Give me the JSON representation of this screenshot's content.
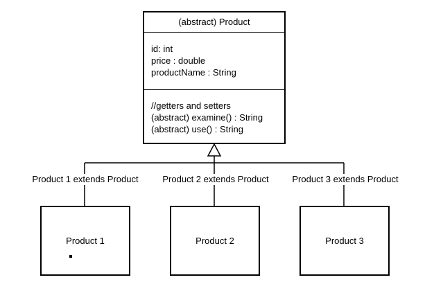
{
  "class": {
    "title": "(abstract) Product",
    "attributes": [
      "id: int",
      "price : double",
      "productName : String"
    ],
    "methods": [
      "//getters and setters",
      "(abstract) examine() : String",
      "(abstract) use() : String"
    ]
  },
  "relationships": [
    {
      "label": "Product 1 extends Product"
    },
    {
      "label": "Product 2 extends Product"
    },
    {
      "label": "Product 3 extends Product"
    }
  ],
  "subclasses": [
    {
      "name": "Product 1"
    },
    {
      "name": "Product 2"
    },
    {
      "name": "Product 3"
    }
  ],
  "colors": {
    "line": "#000000",
    "background": "#ffffff"
  }
}
